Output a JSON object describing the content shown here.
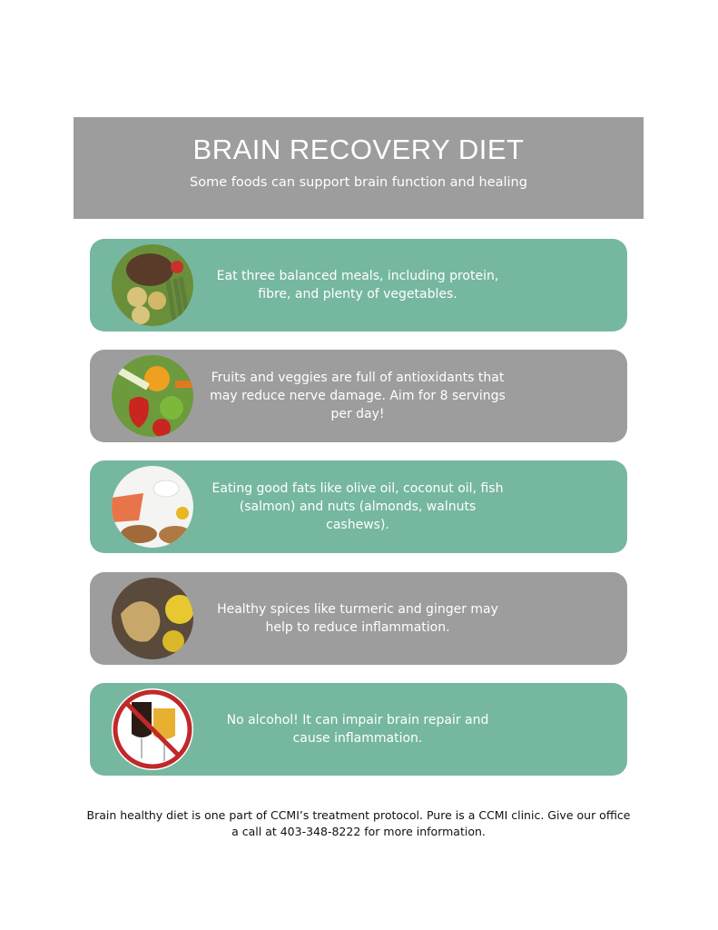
{
  "header": {
    "title": "BRAIN RECOVERY DIET",
    "subtitle": "Some foods can support brain function and healing"
  },
  "cards": [
    {
      "text": "Eat three balanced meals, including protein, fibre, and plenty of vegetables.",
      "icon": "balanced-meal-photo",
      "color": "#76b7a0"
    },
    {
      "text": "Fruits and veggies are full of antioxidants that may reduce nerve damage. Aim for 8 servings per day!",
      "icon": "fruits-veggies-photo",
      "color": "#9d9d9d"
    },
    {
      "text": "Eating good fats like olive oil, coconut oil, fish (salmon) and nuts (almonds, walnuts cashews).",
      "icon": "good-fats-photo",
      "color": "#76b7a0"
    },
    {
      "text": "Healthy spices like turmeric and ginger may help to reduce inflammation.",
      "icon": "ginger-turmeric-photo",
      "color": "#9d9d9d"
    },
    {
      "text": "No alcohol! It can impair brain repair and cause inflammation.",
      "icon": "no-alcohol-photo",
      "color": "#76b7a0"
    }
  ],
  "footer": "Brain healthy diet is one part of CCMI’s treatment protocol. Pure is a CCMI clinic. Give our office a call at 403-348-8222 for more information."
}
